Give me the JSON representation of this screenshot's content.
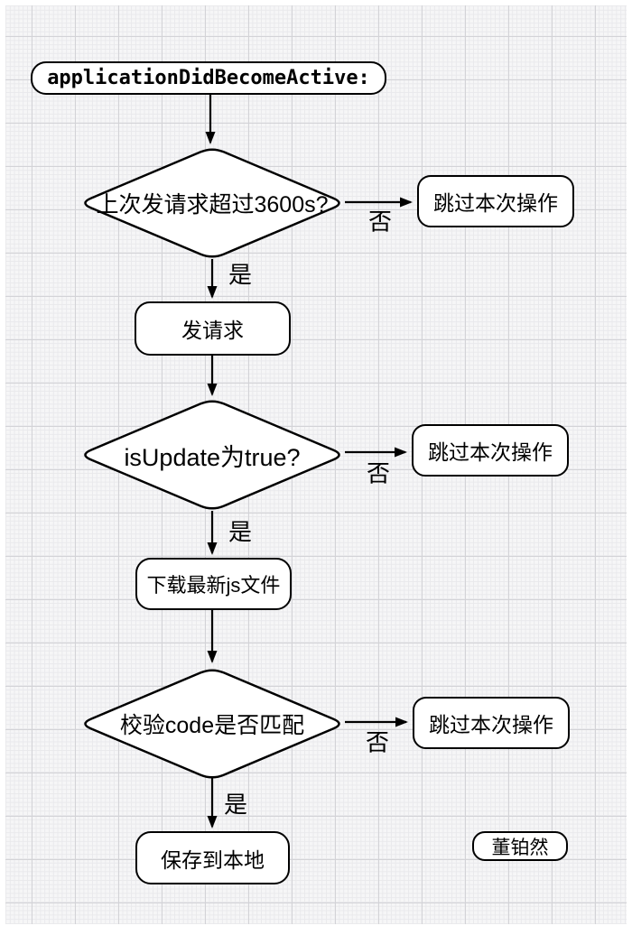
{
  "flow": {
    "start": {
      "label": "applicationDidBecomeActive:"
    },
    "decisions": [
      {
        "label": "上次发请求超过3600s?",
        "yes": "是",
        "no": "否"
      },
      {
        "label": "isUpdate为true?",
        "yes": "是",
        "no": "否"
      },
      {
        "label": "校验code是否匹配",
        "yes": "是",
        "no": "否"
      }
    ],
    "processes": [
      {
        "label": "发请求"
      },
      {
        "label": "下载最新js文件"
      },
      {
        "label": "保存到本地"
      }
    ],
    "skips": [
      "跳过本次操作",
      "跳过本次操作",
      "跳过本次操作"
    ],
    "signature": {
      "label": "董铂然"
    }
  },
  "colors": {
    "stroke": "#000000",
    "node_fill": "#ffffff",
    "background": "#f6f6f7",
    "grid_minor": "#e9e9ec",
    "grid_major": "#d3d3d7"
  }
}
